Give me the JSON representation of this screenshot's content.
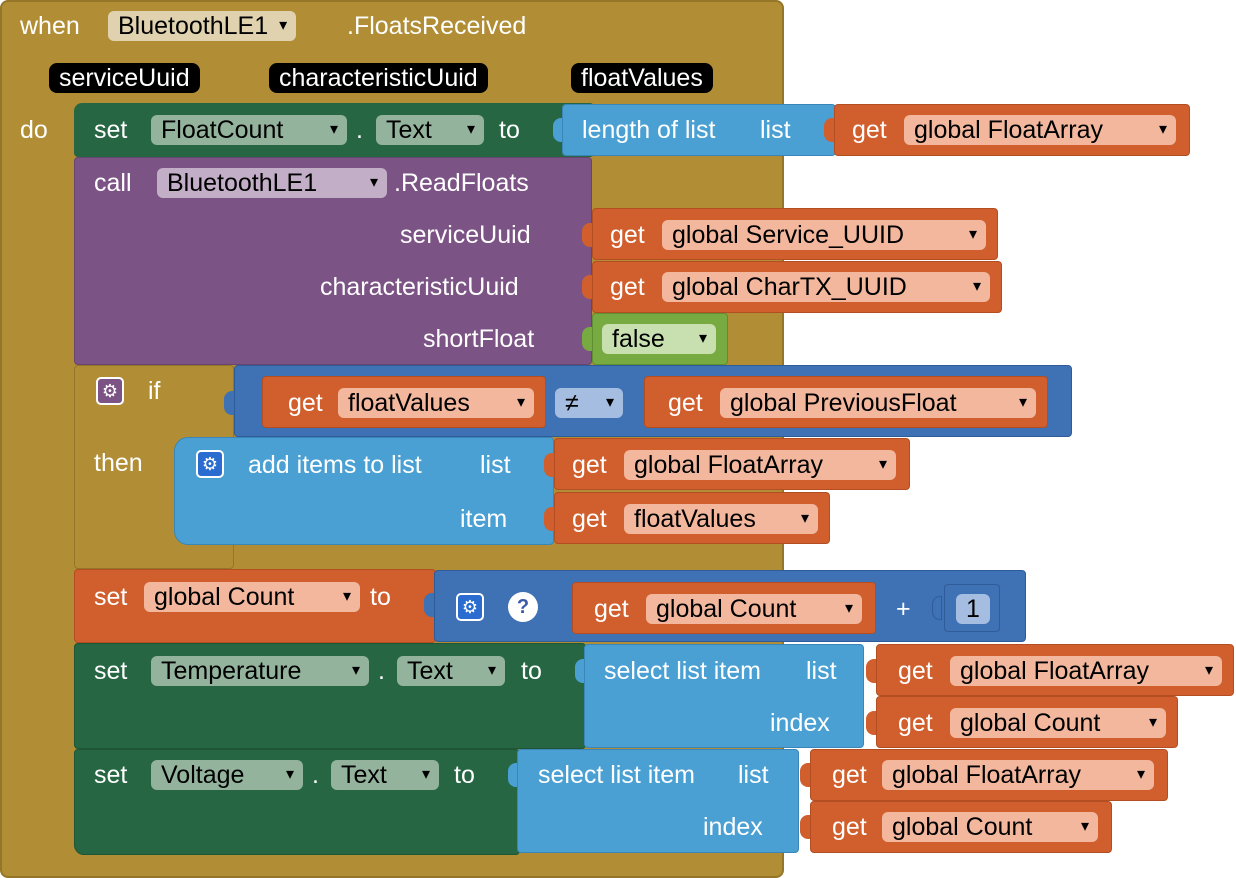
{
  "event": {
    "when": "when",
    "component": "BluetoothLE1",
    "event_name": ".FloatsReceived",
    "params": [
      "serviceUuid",
      "characteristicUuid",
      "floatValues"
    ],
    "do": "do"
  },
  "set_floatcount": {
    "set": "set",
    "component": "FloatCount",
    "dot": ".",
    "prop": "Text",
    "to": "to",
    "length_label": "length of list",
    "list_label": "list",
    "get": "get",
    "var": "global FloatArray"
  },
  "call_readfloats": {
    "call": "call",
    "component": "BluetoothLE1",
    "method": ".ReadFloats",
    "service_label": "serviceUuid",
    "service_get": "get",
    "service_var": "global Service_UUID",
    "char_label": "characteristicUuid",
    "char_get": "get",
    "char_var": "global CharTX_UUID",
    "short_label": "shortFloat",
    "short_value": "false"
  },
  "if_block": {
    "if": "if",
    "then": "then",
    "left_get": "get",
    "left_var": "floatValues",
    "op": "≠",
    "right_get": "get",
    "right_var": "global PreviousFloat",
    "add_label": "add items to list",
    "add_list_label": "list",
    "add_list_get": "get",
    "add_list_var": "global FloatArray",
    "add_item_label": "item",
    "add_item_get": "get",
    "add_item_var": "floatValues"
  },
  "set_count": {
    "set": "set",
    "var": "global Count",
    "to": "to",
    "q": "?",
    "get": "get",
    "get_var": "global Count",
    "plus": "+",
    "number": "1"
  },
  "set_temperature": {
    "set": "set",
    "component": "Temperature",
    "dot": ".",
    "prop": "Text",
    "to": "to",
    "select_label": "select list item",
    "list_label": "list",
    "list_get": "get",
    "list_var": "global FloatArray",
    "index_label": "index",
    "index_get": "get",
    "index_var": "global Count"
  },
  "set_voltage": {
    "set": "set",
    "component": "Voltage",
    "dot": ".",
    "prop": "Text",
    "to": "to",
    "select_label": "select list item",
    "list_label": "list",
    "list_get": "get",
    "list_var": "global FloatArray",
    "index_label": "index",
    "index_get": "get",
    "index_var": "global Count"
  },
  "colors": {
    "event": "#b18e35",
    "event_dd": "#e0d2ae",
    "component_set": "#266643",
    "component_dd": "#93b39d",
    "list": "#4aa0d3",
    "variable": "#d05f2d",
    "variable_dd": "#f2b79d",
    "procedure_call": "#7c5385",
    "procedure_dd": "#c2aec7",
    "logic": "#77ab41",
    "logic_dd": "#c8e0b0",
    "math": "#3f71b5",
    "math_dd": "#a4bde0",
    "control": "#b18e35"
  }
}
